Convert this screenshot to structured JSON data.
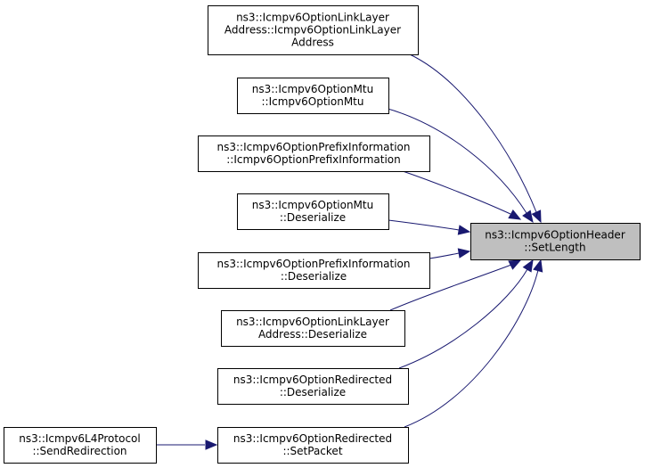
{
  "diagram": {
    "type": "call-graph",
    "edge_color": "#191970",
    "focus_fill": "#bfbfbf",
    "nodes": [
      {
        "id": "n0",
        "lines": [
          "ns3::Icmpv6OptionHeader",
          "::SetLength"
        ],
        "focus": true
      },
      {
        "id": "n1",
        "lines": [
          "ns3::Icmpv6OptionLinkLayer",
          "Address::Icmpv6OptionLinkLayer",
          "Address"
        ]
      },
      {
        "id": "n2",
        "lines": [
          "ns3::Icmpv6OptionMtu",
          "::Icmpv6OptionMtu"
        ]
      },
      {
        "id": "n3",
        "lines": [
          "ns3::Icmpv6OptionPrefixInformation",
          "::Icmpv6OptionPrefixInformation"
        ]
      },
      {
        "id": "n4",
        "lines": [
          "ns3::Icmpv6OptionMtu",
          "::Deserialize"
        ]
      },
      {
        "id": "n5",
        "lines": [
          "ns3::Icmpv6OptionPrefixInformation",
          "::Deserialize"
        ]
      },
      {
        "id": "n6",
        "lines": [
          "ns3::Icmpv6OptionLinkLayer",
          "Address::Deserialize"
        ]
      },
      {
        "id": "n7",
        "lines": [
          "ns3::Icmpv6OptionRedirected",
          "::Deserialize"
        ]
      },
      {
        "id": "n8",
        "lines": [
          "ns3::Icmpv6OptionRedirected",
          "::SetPacket"
        ]
      },
      {
        "id": "n9",
        "lines": [
          "ns3::Icmpv6L4Protocol",
          "::SendRedirection"
        ]
      }
    ],
    "edges": [
      {
        "from": "n1",
        "to": "n0"
      },
      {
        "from": "n2",
        "to": "n0"
      },
      {
        "from": "n3",
        "to": "n0"
      },
      {
        "from": "n4",
        "to": "n0"
      },
      {
        "from": "n5",
        "to": "n0"
      },
      {
        "from": "n6",
        "to": "n0"
      },
      {
        "from": "n7",
        "to": "n0"
      },
      {
        "from": "n8",
        "to": "n0"
      },
      {
        "from": "n9",
        "to": "n8"
      }
    ]
  }
}
